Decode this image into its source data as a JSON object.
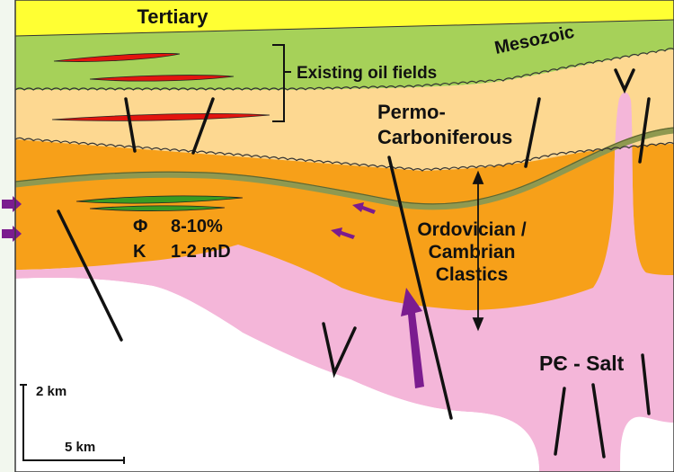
{
  "labels": {
    "tertiary": "Tertiary",
    "mesozoic": "Mesozoic",
    "existing_oil_fields": "Existing oil fields",
    "permo_1": "Permo-",
    "permo_2": "Carboniferous",
    "ord_1": "Ordovician /",
    "ord_2": "Cambrian",
    "ord_3": "Clastics",
    "salt": "PЄ - Salt",
    "porosity_symbol": "Φ",
    "porosity_value": "8-10%",
    "perm_symbol": "K",
    "perm_value": "1-2 mD",
    "scale_vertical": "2 km",
    "scale_horizontal": "5 km"
  },
  "colors": {
    "tertiary": "#ffff33",
    "mesozoic": "#a6d159",
    "permo_carboniferous": "#fdd891",
    "ordovician_cambrian": "#f7a019",
    "salt": "#f4b6d9",
    "basement": "#ffffff",
    "marker_bed": "#8f9950",
    "oil": "#e3140e",
    "gas": "#3a9a22",
    "arrow": "#7b1c8f",
    "fault": "#111111"
  }
}
